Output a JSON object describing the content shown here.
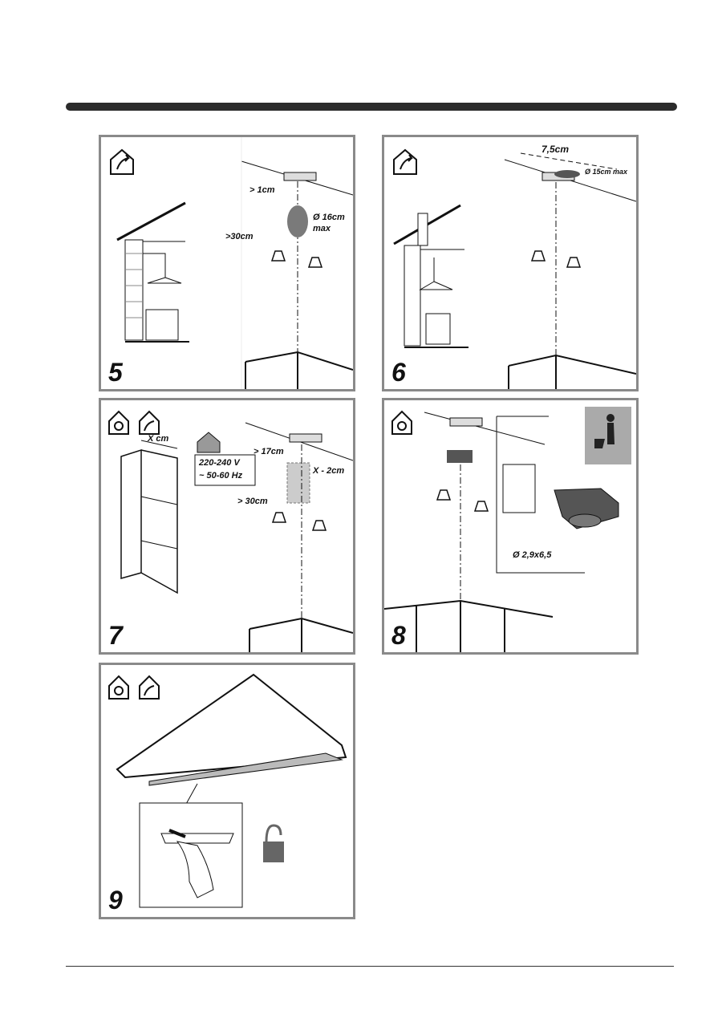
{
  "panels": [
    {
      "number": "5",
      "labels": {
        "gap_top": "> 1cm",
        "diameter": "Ø 16cm",
        "max": "max",
        "gap_bottom": ">30cm"
      }
    },
    {
      "number": "6",
      "labels": {
        "offset": "7,5cm",
        "diameter": "Ø 15cm max"
      }
    },
    {
      "number": "7",
      "labels": {
        "width": "X cm",
        "voltage": "220-240 V",
        "frequency": "~ 50-60 Hz",
        "gap_top": "> 17cm",
        "offset": "X - 2cm",
        "gap_bottom": "> 30cm"
      }
    },
    {
      "number": "8",
      "labels": {
        "screw": "Ø 2,9x6,5"
      }
    },
    {
      "number": "9"
    }
  ]
}
